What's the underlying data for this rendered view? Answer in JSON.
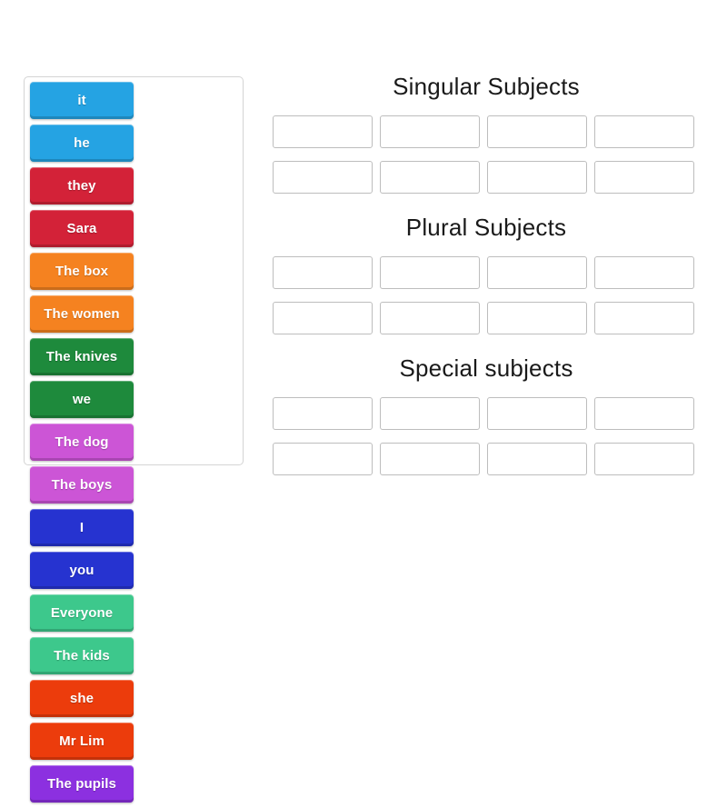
{
  "activity": {
    "type": "group-sort",
    "background": "#ffffff"
  },
  "tile_bank": {
    "name": "word-tile-bank",
    "columns": 2,
    "tiles": [
      {
        "label": "it",
        "color": "#25a3e3"
      },
      {
        "label": "he",
        "color": "#25a3e3"
      },
      {
        "label": "they",
        "color": "#d32238"
      },
      {
        "label": "Sara",
        "color": "#d32238"
      },
      {
        "label": "The box",
        "color": "#f58220"
      },
      {
        "label": "The women",
        "color": "#f58220"
      },
      {
        "label": "The knives",
        "color": "#1e8a3c"
      },
      {
        "label": "we",
        "color": "#1e8a3c"
      },
      {
        "label": "The dog",
        "color": "#cc55d6"
      },
      {
        "label": "The boys",
        "color": "#cc55d6"
      },
      {
        "label": "I",
        "color": "#2633d0"
      },
      {
        "label": "you",
        "color": "#2633d0"
      },
      {
        "label": "Everyone",
        "color": "#3dc88c"
      },
      {
        "label": "The kids",
        "color": "#3dc88c"
      },
      {
        "label": "she",
        "color": "#ec3c0c"
      },
      {
        "label": "Mr Lim",
        "color": "#ec3c0c"
      },
      {
        "label": "The pupils",
        "color": "#8c30e0"
      }
    ]
  },
  "groups": [
    {
      "title": "Singular Subjects",
      "slots": 8
    },
    {
      "title": "Plural Subjects",
      "slots": 8
    },
    {
      "title": "Special subjects",
      "slots": 8
    }
  ]
}
